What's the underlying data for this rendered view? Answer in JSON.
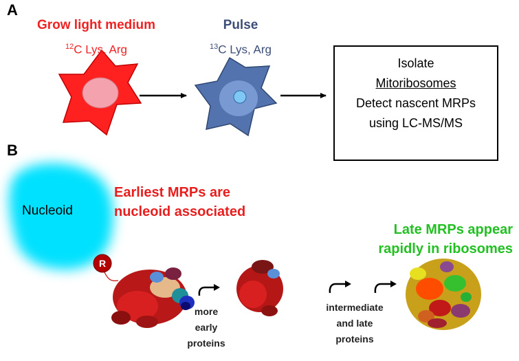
{
  "panel_a": {
    "letter": "A",
    "step1": {
      "title": "Grow light medium",
      "isotope_mass": "12",
      "isotope_rest": "C Lys, Arg"
    },
    "step2": {
      "title": "Pulse",
      "isotope_mass": "13",
      "isotope_rest": "C Lys, Arg"
    },
    "box": {
      "line1": "Isolate",
      "line2": "Mitoribosomes",
      "line3": "Detect nascent MRPs",
      "line4": "using LC-MS/MS"
    }
  },
  "panel_b": {
    "letter": "B",
    "nucleoid_label": "Nucleoid",
    "ribosome_marker": "R",
    "heading_early_line1": "Earliest MRPs are",
    "heading_early_line2": "nucleoid associated",
    "heading_late_line1": "Late MRPs appear",
    "heading_late_line2": "rapidly in ribosomes",
    "step1_lines": [
      "more",
      "early",
      "proteins"
    ],
    "step2_lines": [
      "intermediate",
      "and late",
      "proteins"
    ]
  },
  "colors": {
    "red_heading": "#e81e1e",
    "green_heading": "#22c022",
    "pulse_blue": "#3c4e78",
    "nucleoid_cyan": "#00e5ff",
    "light_cell": "#ff2a2a",
    "heavy_cell": "#5575b0"
  }
}
